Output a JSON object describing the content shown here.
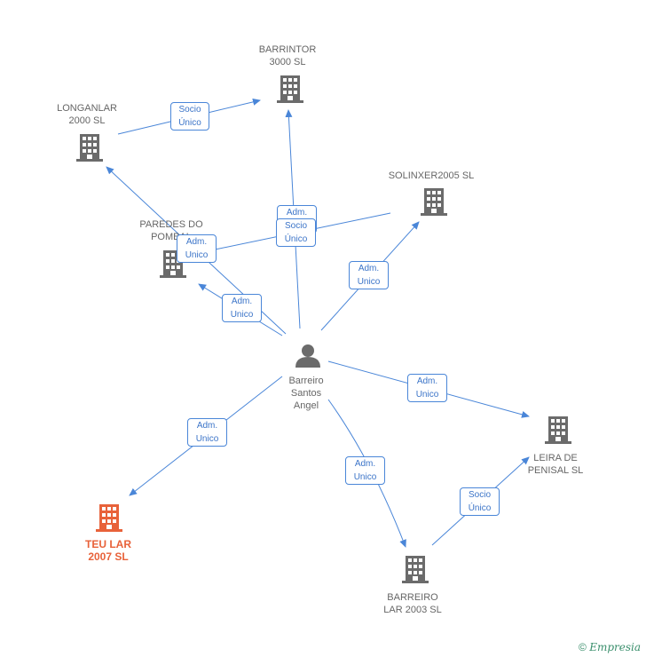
{
  "nodes": {
    "barrintor": {
      "label": "BARRINTOR\n3000 SL"
    },
    "longanlar": {
      "label": "LONGANLAR\n2000 SL"
    },
    "solinxer": {
      "label": "SOLINXER2005 SL"
    },
    "paredes": {
      "label": "PAREDES DO\nPOMBAL"
    },
    "person": {
      "label": "Barreiro\nSantos\nAngel"
    },
    "teular": {
      "label": "TEU LAR\n2007 SL"
    },
    "leira": {
      "label": "LEIRA DE\nPENISAL  SL"
    },
    "barreiro_lar": {
      "label": "BARREIRO\nLAR 2003  SL"
    }
  },
  "edges": {
    "longanlar_barrintor": "Socio\nÚnico",
    "person_barrintor_adm": "Adm.\nUnico",
    "solinxer_paredes_socio": "Socio\nÚnico",
    "person_paredes_adm1": "Adm.\nUnico",
    "person_paredes_adm2": "Adm.\nUnico",
    "person_solinxer": "Adm.\nUnico",
    "person_leira": "Adm.\nUnico",
    "person_teular": "Adm.\nUnico",
    "person_barreiro_lar": "Adm.\nUnico",
    "barreiro_lar_leira": "Socio\nÚnico"
  },
  "colors": {
    "edge": "#4a86d8",
    "building": "#6b6b6b",
    "focus": "#e8623a",
    "person": "#6b6b6b"
  },
  "copyright": {
    "symbol": "©",
    "brand": "Empresia"
  }
}
